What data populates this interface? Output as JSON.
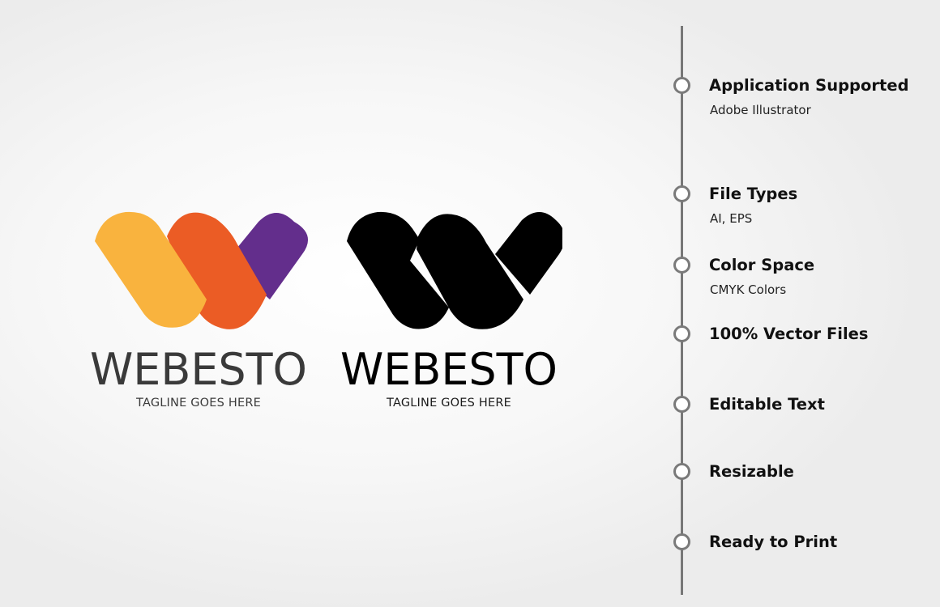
{
  "logos": [
    {
      "variant": "color",
      "wordmark": "WEBESTO",
      "tagline": "TAGLINE GOES HERE",
      "colors": {
        "yellow": "#F9B33E",
        "orange": "#EB5C25",
        "purple": "#632E8C",
        "text": "#3A3A3A"
      }
    },
    {
      "variant": "black",
      "wordmark": "WEBESTO",
      "tagline": "TAGLINE GOES HERE",
      "colors": {
        "fill": "#000000",
        "text": "#000000"
      }
    }
  ],
  "features": [
    {
      "title": "Application Supported",
      "subtitle": "Adobe Illustrator"
    },
    {
      "title": "File Types",
      "subtitle": "AI, EPS"
    },
    {
      "title": "Color Space",
      "subtitle": "CMYK Colors"
    },
    {
      "title": "100% Vector Files",
      "subtitle": ""
    },
    {
      "title": "Editable Text",
      "subtitle": ""
    },
    {
      "title": "Resizable",
      "subtitle": ""
    },
    {
      "title": "Ready to Print",
      "subtitle": ""
    }
  ],
  "timeline": {
    "line_color": "#777777",
    "dot_color": "#7A7A7A"
  }
}
